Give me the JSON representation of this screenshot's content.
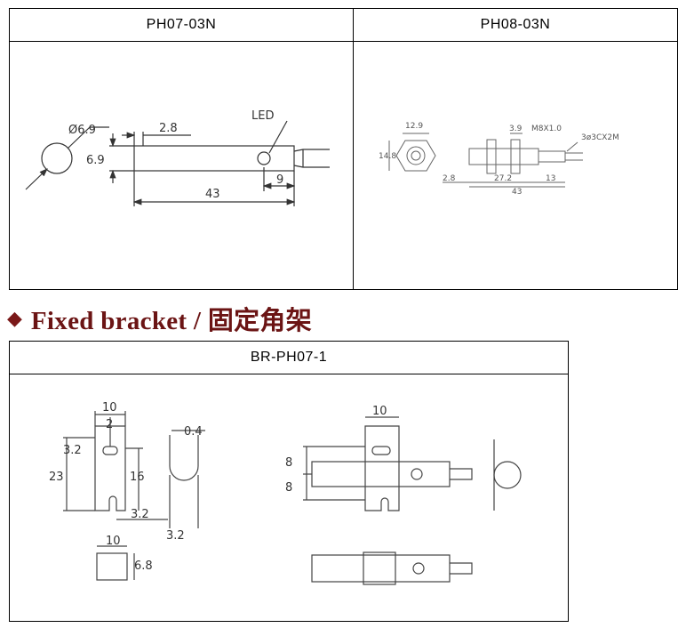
{
  "panels": {
    "ph07": {
      "title": "PH07-03N",
      "labels": {
        "diameter": "Ø6.9",
        "offset": "2.8",
        "height": "6.9",
        "led": "LED",
        "led_dist": "9",
        "length": "43"
      }
    },
    "ph08": {
      "title": "PH08-03N",
      "labels": {
        "hex": "12.9",
        "hex_h": "14.8",
        "nut": "3.9",
        "thread": "M8X1.0",
        "cable": "3ø3CX2M",
        "front": "2.8",
        "body": "27.2",
        "tail": "13",
        "length": "43"
      }
    }
  },
  "section": {
    "icon": "diamond-icon",
    "title": "Fixed bracket / 固定角架",
    "color": "#6b1414"
  },
  "bracket": {
    "title": "BR-PH07-1",
    "labels": {
      "w10_a": "10",
      "slot2": "2",
      "slot32": "3.2",
      "h23": "23",
      "h16": "16",
      "gap32": "3.2",
      "t04": "0.4",
      "r32": "3.2",
      "w10_b": "10",
      "h68": "6.8",
      "w10_c": "10",
      "d8_a": "8",
      "d8_b": "8"
    }
  }
}
